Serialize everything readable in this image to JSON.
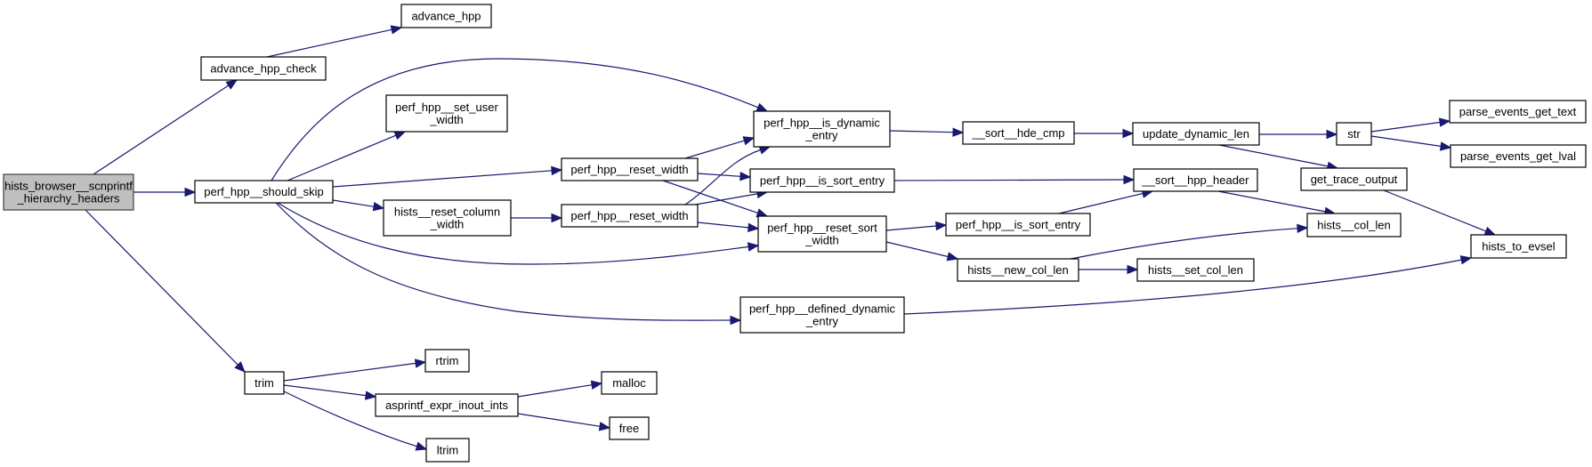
{
  "diagram": {
    "type": "call-graph",
    "colors": {
      "edge": "#191970",
      "root_fill": "#bfbfbf",
      "node_fill": "#ffffff",
      "node_border": "#000000"
    },
    "nodes": [
      {
        "id": "root",
        "lines": [
          "hists_browser__scnprintf",
          "_hierarchy_headers"
        ],
        "root": true
      },
      {
        "id": "advance_hpp_check",
        "lines": [
          "advance_hpp_check"
        ]
      },
      {
        "id": "advance_hpp",
        "lines": [
          "advance_hpp"
        ]
      },
      {
        "id": "should_skip",
        "lines": [
          "perf_hpp__should_skip"
        ]
      },
      {
        "id": "set_user_width",
        "lines": [
          "perf_hpp__set_user",
          "_width"
        ]
      },
      {
        "id": "reset_column_width",
        "lines": [
          "hists__reset_column",
          "_width"
        ]
      },
      {
        "id": "reset_width_1",
        "lines": [
          "perf_hpp__reset_width"
        ]
      },
      {
        "id": "reset_width_2",
        "lines": [
          "perf_hpp__reset_width"
        ]
      },
      {
        "id": "is_dynamic_entry",
        "lines": [
          "perf_hpp__is_dynamic",
          "_entry"
        ]
      },
      {
        "id": "is_sort_entry_1",
        "lines": [
          "perf_hpp__is_sort_entry"
        ]
      },
      {
        "id": "reset_sort_width",
        "lines": [
          "perf_hpp__reset_sort",
          "_width"
        ]
      },
      {
        "id": "defined_dynamic_entry",
        "lines": [
          "perf_hpp__defined_dynamic",
          "_entry"
        ]
      },
      {
        "id": "sort_hde_cmp",
        "lines": [
          "__sort__hde_cmp"
        ]
      },
      {
        "id": "is_sort_entry_2",
        "lines": [
          "perf_hpp__is_sort_entry"
        ]
      },
      {
        "id": "new_col_len",
        "lines": [
          "hists__new_col_len"
        ]
      },
      {
        "id": "update_dynamic_len",
        "lines": [
          "update_dynamic_len"
        ]
      },
      {
        "id": "sort_hpp_header",
        "lines": [
          "__sort__hpp_header"
        ]
      },
      {
        "id": "set_col_len",
        "lines": [
          "hists__set_col_len"
        ]
      },
      {
        "id": "str",
        "lines": [
          "str"
        ]
      },
      {
        "id": "get_trace_output",
        "lines": [
          "get_trace_output"
        ]
      },
      {
        "id": "col_len",
        "lines": [
          "hists__col_len"
        ]
      },
      {
        "id": "parse_events_get_text",
        "lines": [
          "parse_events_get_text"
        ]
      },
      {
        "id": "parse_events_get_lval",
        "lines": [
          "parse_events_get_lval"
        ]
      },
      {
        "id": "hists_to_evsel",
        "lines": [
          "hists_to_evsel"
        ]
      },
      {
        "id": "trim",
        "lines": [
          "trim"
        ]
      },
      {
        "id": "rtrim",
        "lines": [
          "rtrim"
        ]
      },
      {
        "id": "asprintf_expr_inout_ints",
        "lines": [
          "asprintf_expr_inout_ints"
        ]
      },
      {
        "id": "ltrim",
        "lines": [
          "ltrim"
        ]
      },
      {
        "id": "malloc",
        "lines": [
          "malloc"
        ]
      },
      {
        "id": "free",
        "lines": [
          "free"
        ]
      }
    ],
    "edges": [
      {
        "from": "root",
        "to": "advance_hpp_check"
      },
      {
        "from": "root",
        "to": "should_skip"
      },
      {
        "from": "root",
        "to": "trim"
      },
      {
        "from": "advance_hpp_check",
        "to": "advance_hpp"
      },
      {
        "from": "should_skip",
        "to": "is_dynamic_entry"
      },
      {
        "from": "should_skip",
        "to": "set_user_width"
      },
      {
        "from": "should_skip",
        "to": "reset_width_1"
      },
      {
        "from": "should_skip",
        "to": "reset_column_width"
      },
      {
        "from": "should_skip",
        "to": "reset_sort_width"
      },
      {
        "from": "should_skip",
        "to": "defined_dynamic_entry"
      },
      {
        "from": "reset_column_width",
        "to": "reset_width_2"
      },
      {
        "from": "reset_width_1",
        "to": "is_dynamic_entry"
      },
      {
        "from": "reset_width_1",
        "to": "is_sort_entry_1"
      },
      {
        "from": "reset_width_1",
        "to": "reset_sort_width"
      },
      {
        "from": "reset_width_2",
        "to": "is_dynamic_entry"
      },
      {
        "from": "reset_width_2",
        "to": "is_sort_entry_1"
      },
      {
        "from": "reset_width_2",
        "to": "reset_sort_width"
      },
      {
        "from": "is_dynamic_entry",
        "to": "sort_hde_cmp"
      },
      {
        "from": "is_sort_entry_1",
        "to": "sort_hpp_header"
      },
      {
        "from": "reset_sort_width",
        "to": "is_sort_entry_2"
      },
      {
        "from": "reset_sort_width",
        "to": "new_col_len"
      },
      {
        "from": "defined_dynamic_entry",
        "to": "hists_to_evsel"
      },
      {
        "from": "sort_hde_cmp",
        "to": "update_dynamic_len"
      },
      {
        "from": "is_sort_entry_2",
        "to": "sort_hpp_header"
      },
      {
        "from": "new_col_len",
        "to": "col_len"
      },
      {
        "from": "new_col_len",
        "to": "set_col_len"
      },
      {
        "from": "update_dynamic_len",
        "to": "str"
      },
      {
        "from": "update_dynamic_len",
        "to": "get_trace_output"
      },
      {
        "from": "sort_hpp_header",
        "to": "col_len"
      },
      {
        "from": "str",
        "to": "parse_events_get_text"
      },
      {
        "from": "str",
        "to": "parse_events_get_lval"
      },
      {
        "from": "get_trace_output",
        "to": "hists_to_evsel"
      },
      {
        "from": "trim",
        "to": "rtrim"
      },
      {
        "from": "trim",
        "to": "asprintf_expr_inout_ints"
      },
      {
        "from": "trim",
        "to": "ltrim"
      },
      {
        "from": "asprintf_expr_inout_ints",
        "to": "malloc"
      },
      {
        "from": "asprintf_expr_inout_ints",
        "to": "free"
      }
    ]
  }
}
